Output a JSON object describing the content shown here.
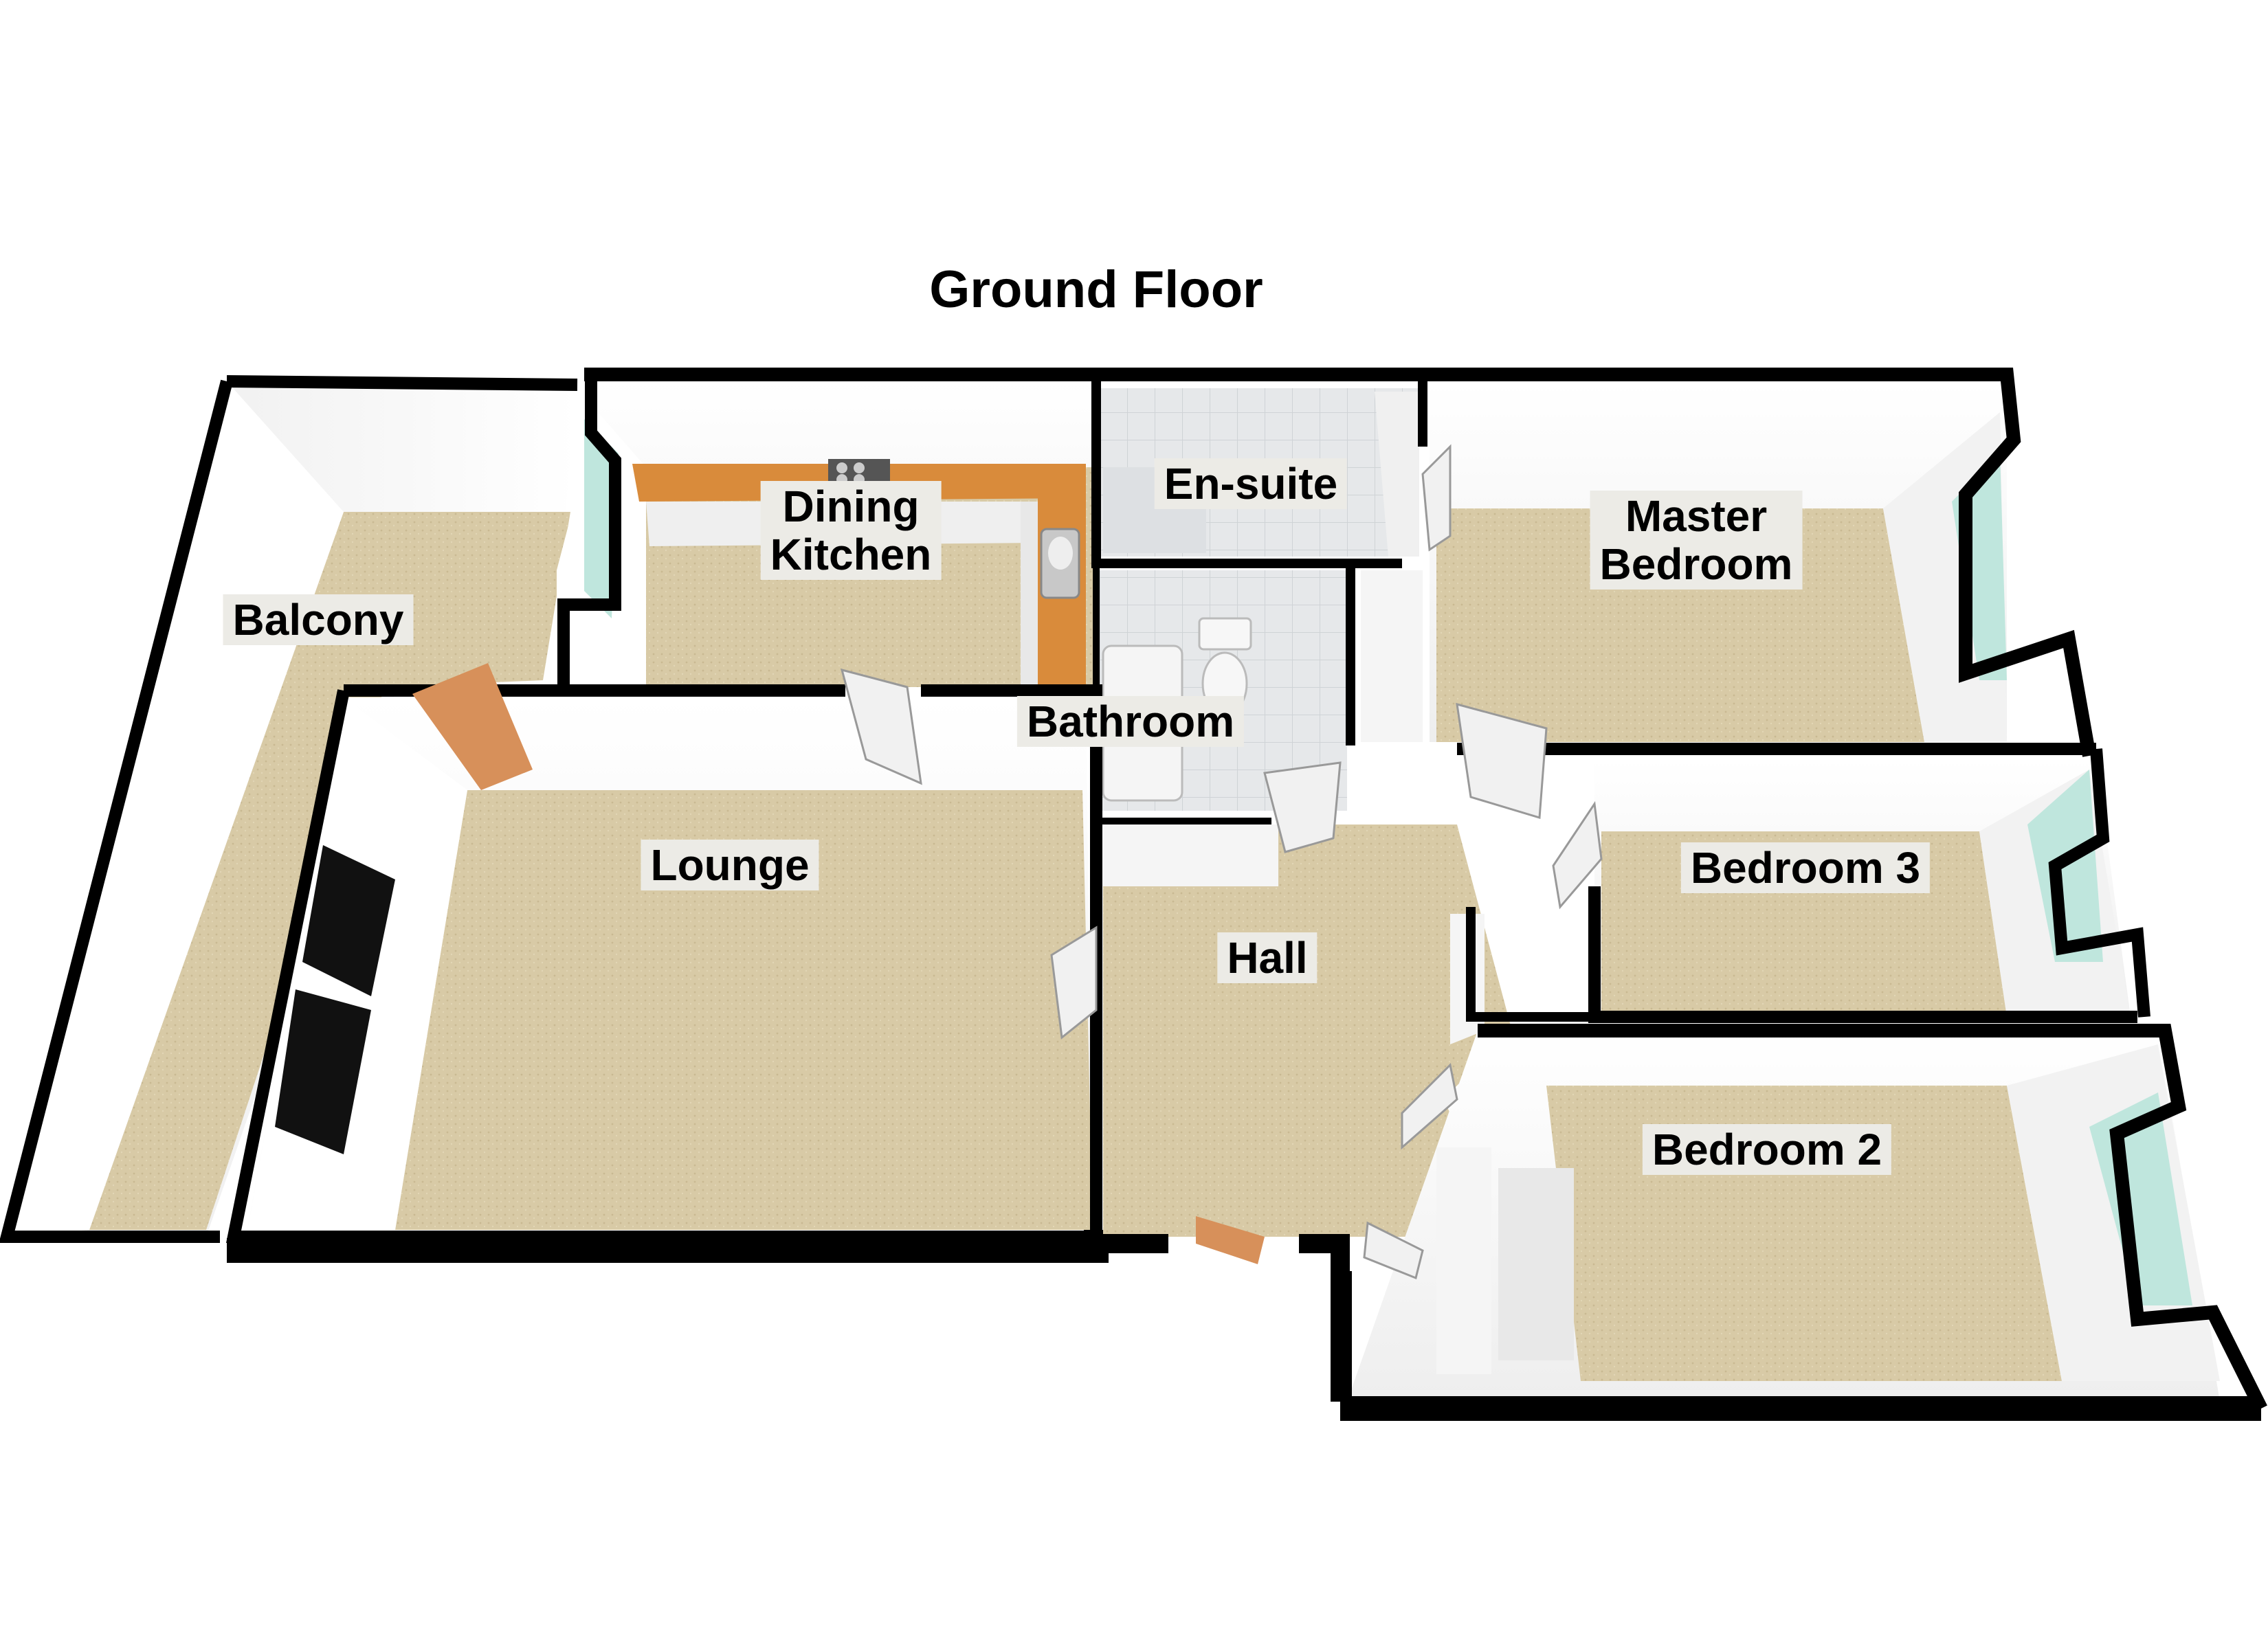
{
  "floor_title": "Ground Floor",
  "rooms": [
    {
      "id": "balcony",
      "label": "Balcony"
    },
    {
      "id": "dining-kitchen",
      "label": "Dining\nKitchen"
    },
    {
      "id": "en-suite",
      "label": "En-suite"
    },
    {
      "id": "master-bedroom",
      "label": "Master\nBedroom"
    },
    {
      "id": "bathroom",
      "label": "Bathroom"
    },
    {
      "id": "lounge",
      "label": "Lounge"
    },
    {
      "id": "hall",
      "label": "Hall"
    },
    {
      "id": "bedroom-3",
      "label": "Bedroom 3"
    },
    {
      "id": "bedroom-2",
      "label": "Bedroom 2"
    }
  ],
  "colors": {
    "wall": "#000000",
    "wall_face": "#f4f4f4",
    "carpet": "#d6c8a4",
    "tile": "#e4e6e8",
    "worktop": "#d98b3b",
    "window_glass": "#bfe6dd",
    "door": "#d7905a",
    "label_bg": "#ecebe6"
  }
}
